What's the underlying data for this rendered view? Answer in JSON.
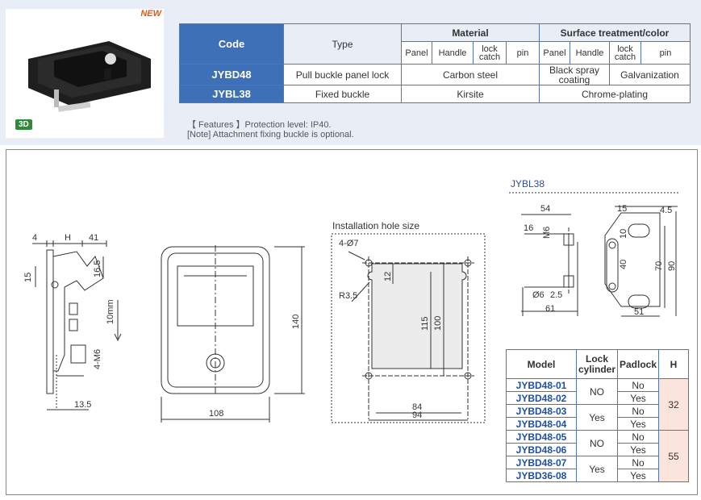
{
  "header": {
    "new_label": "NEW",
    "badge_3d": "3D"
  },
  "spec_table": {
    "headers": {
      "code": "Code",
      "type": "Type",
      "material": "Material",
      "surface": "Surface treatment/color"
    },
    "sub_headers": [
      "Panel",
      "Handle",
      "lock catch",
      "pin",
      "Panel",
      "Handle",
      "lock catch",
      "pin"
    ],
    "rows": [
      {
        "code": "JYBD48",
        "type": "Pull buckle panel lock",
        "material": "Carbon steel",
        "surface_a": "Black spray coating",
        "surface_b": "Galvanization"
      },
      {
        "code": "JYBL38",
        "type": "Fixed buckle",
        "material": "Kirsite",
        "surface": "Chrome-plating"
      }
    ]
  },
  "features": {
    "line1": "【 Features 】Protection level: IP40.",
    "line2": "[Note] Attachment fixing buckle is optional."
  },
  "drawing": {
    "side_view": {
      "dims": [
        "4",
        "H",
        "41",
        "15",
        "16.5",
        "10mm",
        "4-M6",
        "13.5"
      ]
    },
    "front_view": {
      "dims": [
        "108",
        "140"
      ]
    },
    "install": {
      "title": "Installation hole size",
      "dims": [
        "4-Ø7",
        "R3.5",
        "12",
        "115",
        "100",
        "84",
        "94"
      ]
    },
    "jybl38": {
      "title": "JYBL38",
      "dims": [
        "54",
        "16",
        "M6",
        "Ø6",
        "2.5",
        "61",
        "15",
        "4.5",
        "10",
        "40",
        "70",
        "90",
        "51"
      ]
    }
  },
  "model_table": {
    "headers": [
      "Model",
      "Lock cylinder",
      "Padlock",
      "H"
    ],
    "rows": [
      {
        "model": "JYBD48-01",
        "padlock": "No"
      },
      {
        "model": "JYBD48-02",
        "padlock": "Yes"
      },
      {
        "model": "JYBD48-03",
        "padlock": "No"
      },
      {
        "model": "JYBD48-04",
        "padlock": "Yes"
      },
      {
        "model": "JYBD48-05",
        "padlock": "No"
      },
      {
        "model": "JYBD48-06",
        "padlock": "Yes"
      },
      {
        "model": "JYBD48-07",
        "padlock": "No"
      },
      {
        "model": "JYBD36-08",
        "padlock": "Yes"
      }
    ],
    "cylinder_groups": [
      "NO",
      "Yes",
      "NO",
      "Yes"
    ],
    "h_groups": [
      "32",
      "55"
    ]
  }
}
